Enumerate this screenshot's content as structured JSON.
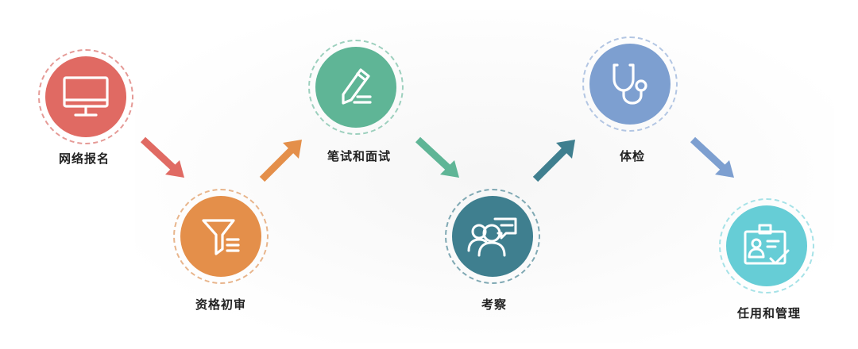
{
  "steps": [
    {
      "label": "网络报名",
      "icon": "monitor-icon",
      "color": "#e06a63",
      "ring": "#e59a96"
    },
    {
      "label": "资格初审",
      "icon": "filter-icon",
      "color": "#e48f4a",
      "ring": "#e8b58c"
    },
    {
      "label": "笔试和面试",
      "icon": "pencil-icon",
      "color": "#5fb596",
      "ring": "#9dd0be"
    },
    {
      "label": "考察",
      "icon": "people-chat-icon",
      "color": "#3f7f8f",
      "ring": "#7fa8b3"
    },
    {
      "label": "体检",
      "icon": "stethoscope-icon",
      "color": "#7d9fd0",
      "ring": "#b3c6e3"
    },
    {
      "label": "任用和管理",
      "icon": "id-badge-icon",
      "color": "#66cdd6",
      "ring": "#a6e2e7"
    }
  ],
  "arrows": [
    {
      "icon": "arrow-down-right-icon",
      "color": "#e06a63"
    },
    {
      "icon": "arrow-up-right-icon",
      "color": "#e48f4a"
    },
    {
      "icon": "arrow-down-right-icon",
      "color": "#5fb596"
    },
    {
      "icon": "arrow-up-right-icon",
      "color": "#3f7f8f"
    },
    {
      "icon": "arrow-down-right-icon",
      "color": "#7d9fd0"
    }
  ]
}
